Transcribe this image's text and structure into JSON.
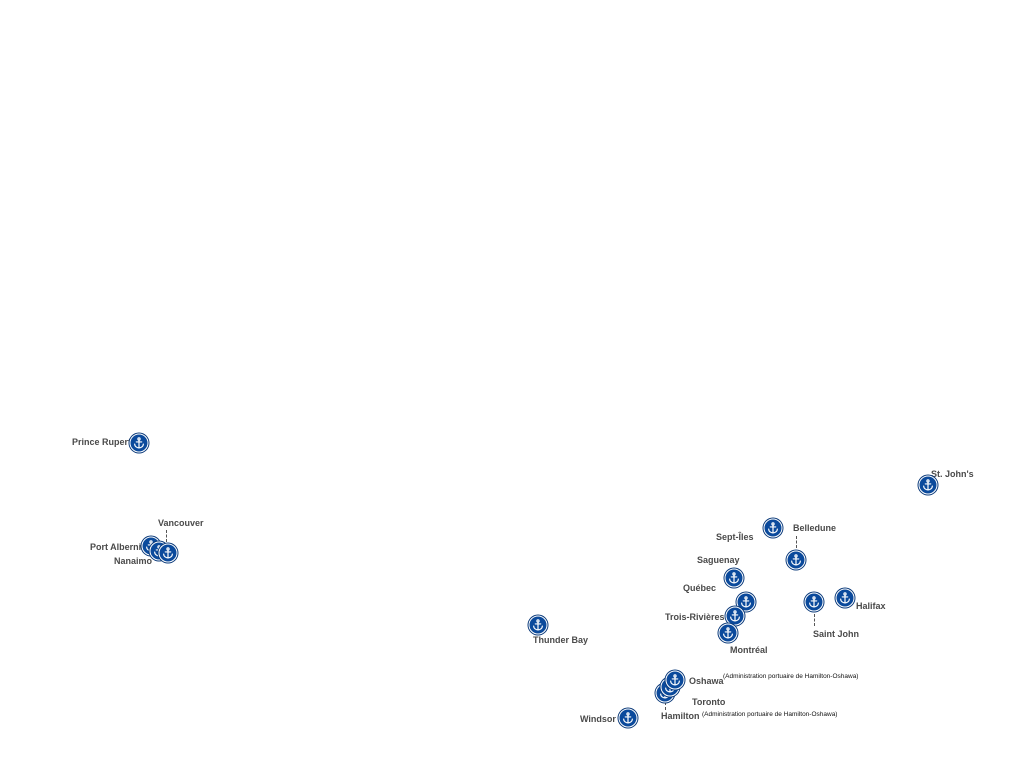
{
  "map": {
    "marker_color": "#0b4a9c",
    "marker_icon": "anchor-icon",
    "ports": [
      {
        "id": "prince-rupert",
        "name": "Prince Rupert"
      },
      {
        "id": "port-alberni",
        "name": "Port Alberni"
      },
      {
        "id": "nanaimo",
        "name": "Nanaimo"
      },
      {
        "id": "vancouver",
        "name": "Vancouver"
      },
      {
        "id": "st-johns",
        "name": "St. John's"
      },
      {
        "id": "sept-iles",
        "name": "Sept-Îles"
      },
      {
        "id": "belledune",
        "name": "Belledune"
      },
      {
        "id": "saguenay",
        "name": "Saguenay"
      },
      {
        "id": "quebec",
        "name": "Québec"
      },
      {
        "id": "trois-rivieres",
        "name": "Trois-Rivières"
      },
      {
        "id": "montreal",
        "name": "Montréal"
      },
      {
        "id": "saint-john",
        "name": "Saint John"
      },
      {
        "id": "halifax",
        "name": "Halifax"
      },
      {
        "id": "thunder-bay",
        "name": "Thunder Bay"
      },
      {
        "id": "windsor",
        "name": "Windsor"
      },
      {
        "id": "hamilton",
        "name": "Hamilton",
        "note": "(Administration portuaire de Hamilton-Oshawa)"
      },
      {
        "id": "toronto",
        "name": "Toronto"
      },
      {
        "id": "oshawa",
        "name": "Oshawa",
        "note": "(Administration portuaire de Hamilton-Oshawa)"
      }
    ]
  }
}
